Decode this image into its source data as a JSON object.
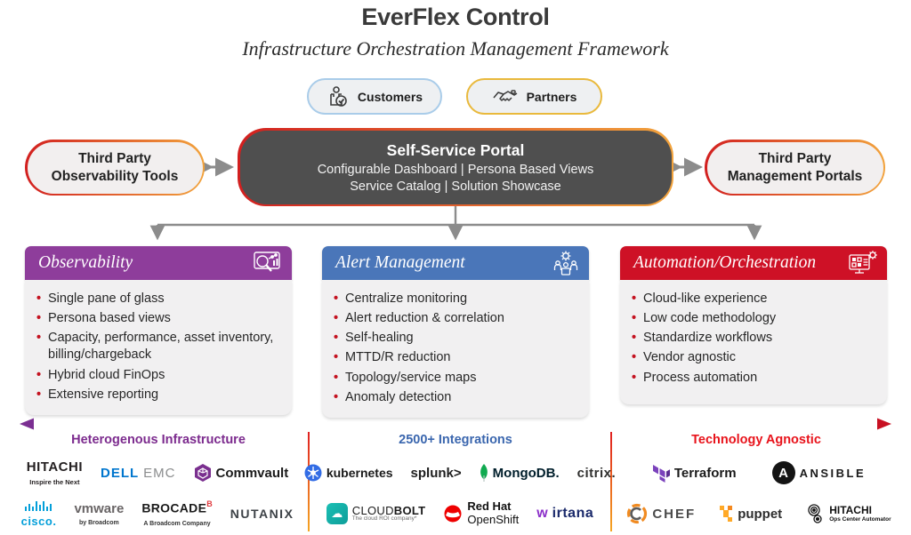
{
  "header": {
    "title": "EverFlex Control",
    "subtitle": "Infrastructure Orchestration Management Framework"
  },
  "audience": {
    "customers": {
      "label": "Customers"
    },
    "partners": {
      "label": "Partners"
    }
  },
  "portal": {
    "title": "Self-Service Portal",
    "line1": "Configurable Dashboard  |  Persona Based Views",
    "line2": "Service Catalog | Solution Showcase"
  },
  "third_party_left": {
    "line1": "Third Party",
    "line2": "Observability Tools"
  },
  "third_party_right": {
    "line1": "Third Party",
    "line2": "Management Portals"
  },
  "columns": [
    {
      "title": "Observability",
      "color": "#8E3D9B",
      "items": [
        "Single pane of glass",
        "Persona based views",
        "Capacity, performance, asset inventory, billing/chargeback",
        "Hybrid cloud FinOps",
        "Extensive reporting"
      ]
    },
    {
      "title": "Alert Management",
      "color": "#4A76B9",
      "items": [
        "Centralize monitoring",
        "Alert reduction & correlation",
        "Self-healing",
        "MTTD/R reduction",
        "Topology/service maps",
        "Anomaly detection"
      ]
    },
    {
      "title": "Automation/Orchestration",
      "color": "#CE1126",
      "items": [
        "Cloud-like experience",
        "Low code methodology",
        "Standardize workflows",
        "Vendor agnostic",
        "Process automation"
      ]
    }
  ],
  "footer": {
    "sections": [
      {
        "label": "Heterogenous Infrastructure",
        "color": "#7C2B8E"
      },
      {
        "label": "2500+ Integrations",
        "color": "#3A66AE"
      },
      {
        "label": "Technology Agnostic",
        "color": "#E8131B"
      }
    ],
    "arrow_colors": {
      "left": "#7B2F92",
      "middle": "#3D6CB4",
      "right": "#C81022"
    },
    "logos": {
      "hitachi": {
        "name": "HITACHI",
        "tagline": "Inspire the Next"
      },
      "dellemc": {
        "dell": "DELL",
        "emc": "EMC"
      },
      "commvault": {
        "name": "Commvault"
      },
      "cisco": {
        "name": "cisco."
      },
      "vmware": {
        "name": "vmware",
        "sub": "by Broadcom"
      },
      "brocade": {
        "name": "BROCADE",
        "mark": "B",
        "sub": "A Broadcom Company"
      },
      "nutanix": {
        "name": "NUTANIX"
      },
      "kubernetes": {
        "name": "kubernetes"
      },
      "splunk": {
        "name": "splunk>"
      },
      "mongodb": {
        "name": "MongoDB."
      },
      "citrix": {
        "name": "citrix."
      },
      "cloudbolt": {
        "name1": "CLOUD",
        "name2": "BOLT",
        "tagline": "The cloud ROI company*"
      },
      "openshift": {
        "line1": "Red Hat",
        "line2": "OpenShift"
      },
      "virtana": {
        "mark": "w",
        "text": "irtana"
      },
      "terraform": {
        "name": "Terraform"
      },
      "ansible": {
        "initial": "A",
        "name": "ANSIBLE"
      },
      "chef": {
        "name": "CHEF"
      },
      "puppet": {
        "name": "puppet"
      },
      "hitachi_ops": {
        "name": "HITACHI",
        "sub": "Ops Center Automator"
      }
    }
  }
}
